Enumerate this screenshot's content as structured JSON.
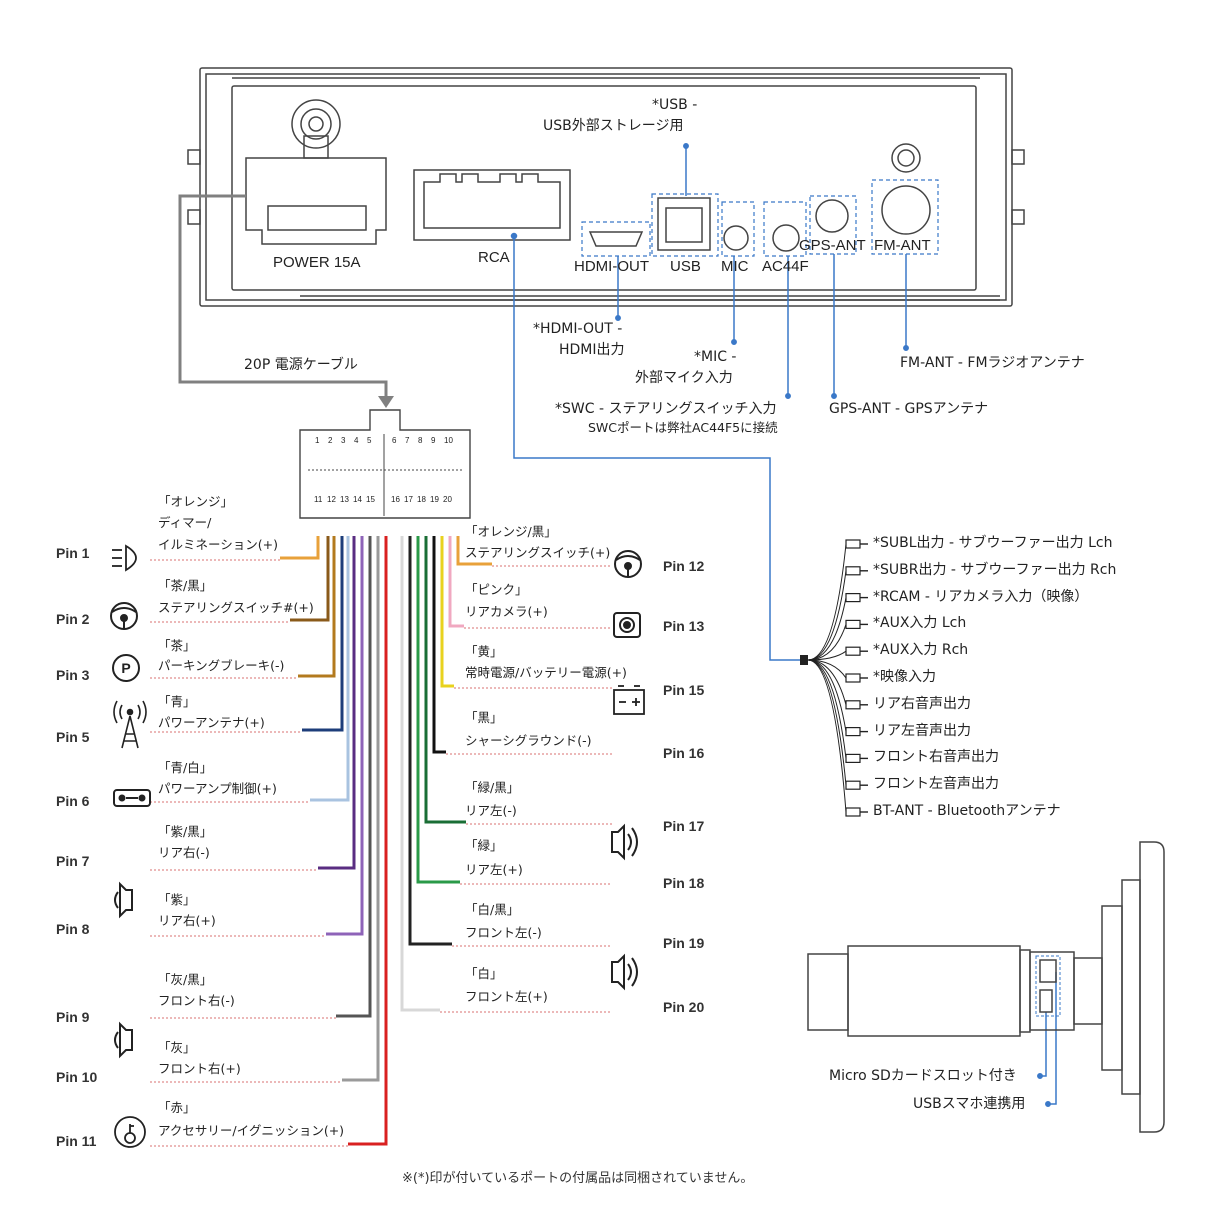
{
  "head_unit": {
    "ports": {
      "power": "POWER 15A",
      "rca": "RCA",
      "hdmi": "HDMI-OUT",
      "usb": "USB",
      "mic": "MIC",
      "ac44f": "AC44F",
      "gps": "GPS-ANT",
      "fm": "FM-ANT"
    }
  },
  "callouts": {
    "usb_1": "*USB -",
    "usb_2": "USB外部ストレージ用",
    "hdmi_1": "*HDMI-OUT -",
    "hdmi_2": "HDMI出力",
    "mic_1": "*MIC -",
    "mic_2": "外部マイク入力",
    "swc_1": "*SWC - ステアリングスイッチ入力",
    "swc_2": "SWCポートは弊社AC44F5に接続",
    "gps": "GPS-ANT - GPSアンテナ",
    "fm": "FM-ANT - FMラジオアンテナ",
    "cable": "20P 電源ケーブル"
  },
  "connector": {
    "top_row": [
      "1",
      "2",
      "3",
      "4",
      "5",
      "6",
      "7",
      "8",
      "9",
      "10"
    ],
    "bottom_row": [
      "11",
      "12",
      "13",
      "14",
      "15",
      "16",
      "17",
      "18",
      "19",
      "20"
    ]
  },
  "pins_left": [
    {
      "pin": "Pin 1",
      "color_label": "「オレンジ」",
      "desc_1": "ディマー/",
      "desc_2": "イルミネーション(+)",
      "wire": "#e8a13a",
      "icon": "headlight-icon"
    },
    {
      "pin": "Pin 2",
      "color_label": "「茶/黒」",
      "desc_1": "ステアリングスイッチ#(+)",
      "wire": "#8a5a1a",
      "icon": "steering-wheel-icon"
    },
    {
      "pin": "Pin 3",
      "color_label": "「茶」",
      "desc_1": "パーキングブレーキ(-)",
      "wire": "#b37a1e",
      "icon": "parking-brake-icon"
    },
    {
      "pin": "Pin 5",
      "color_label": "「青」",
      "desc_1": "パワーアンテナ(+)",
      "wire": "#1d3d7a",
      "icon": "antenna-icon"
    },
    {
      "pin": "Pin 6",
      "color_label": "「青/白」",
      "desc_1": "パワーアンプ制御(+)",
      "wire": "#a9c3e0",
      "icon": "amplifier-icon"
    },
    {
      "pin": "Pin 7",
      "color_label": "「紫/黒」",
      "desc_1": "リア右(-)",
      "wire": "#5a2d82",
      "icon": ""
    },
    {
      "pin": "Pin 8",
      "color_label": "「紫」",
      "desc_1": "リア右(+)",
      "wire": "#8e63b8",
      "icon": "speaker-icon"
    },
    {
      "pin": "Pin 9",
      "color_label": "「灰/黒」",
      "desc_1": "フロント右(-)",
      "wire": "#555555",
      "icon": ""
    },
    {
      "pin": "Pin 10",
      "color_label": "「灰」",
      "desc_1": "フロント右(+)",
      "wire": "#9a9a9a",
      "icon": "speaker-icon"
    },
    {
      "pin": "Pin 11",
      "color_label": "「赤」",
      "desc_1": "アクセサリー/イグニッション(+)",
      "wire": "#d92020",
      "icon": "ignition-key-icon"
    }
  ],
  "pins_right": [
    {
      "pin": "Pin 12",
      "color_label": "「オレンジ/黒」",
      "desc_1": "ステアリングスイッチ(+)",
      "wire": "#e8a13a",
      "icon": "steering-wheel-icon"
    },
    {
      "pin": "Pin 13",
      "color_label": "「ピンク」",
      "desc_1": "リアカメラ(+)",
      "wire": "#f0a8c0",
      "icon": "camera-icon"
    },
    {
      "pin": "Pin 15",
      "color_label": "「黄」",
      "desc_1": "常時電源/バッテリー電源(+)",
      "wire": "#e8d21e",
      "icon": "battery-icon"
    },
    {
      "pin": "Pin 16",
      "color_label": "「黒」",
      "desc_1": "シャーシグラウンド(-)",
      "wire": "#111111",
      "icon": ""
    },
    {
      "pin": "Pin 17",
      "color_label": "「緑/黒」",
      "desc_1": "リア左(-)",
      "wire": "#1a6e35",
      "icon": "speaker-icon"
    },
    {
      "pin": "Pin 18",
      "color_label": "「緑」",
      "desc_1": "リア左(+)",
      "wire": "#2a9a48",
      "icon": ""
    },
    {
      "pin": "Pin 19",
      "color_label": "「白/黒」",
      "desc_1": "フロント左(-)",
      "wire": "#222222",
      "icon": "speaker-icon"
    },
    {
      "pin": "Pin 20",
      "color_label": "「白」",
      "desc_1": "フロント左(+)",
      "wire": "#dddddd",
      "icon": ""
    }
  ],
  "rca_outputs": [
    "*SUBL出力 - サブウーファー出力 Lch",
    "*SUBR出力 - サブウーファー出力 Rch",
    "*RCAM - リアカメラ入力（映像）",
    "*AUX入力 Lch",
    "*AUX入力 Rch",
    "*映像入力",
    "リア右音声出力",
    "リア左音声出力",
    "フロント右音声出力",
    "フロント左音声出力",
    "BT-ANT - Bluetoothアンテナ"
  ],
  "side_view": {
    "sd_label": "Micro SDカードスロット付き",
    "usb_label": "USBスマホ連携用"
  },
  "footnote": "※(*)印が付いているポートの付属品は同梱されていません。",
  "colors": {
    "callout_line": "#3a78c8",
    "dashed_box": "#3a78c8",
    "cable_gray": "#808080",
    "dashed_red": "#c44"
  }
}
